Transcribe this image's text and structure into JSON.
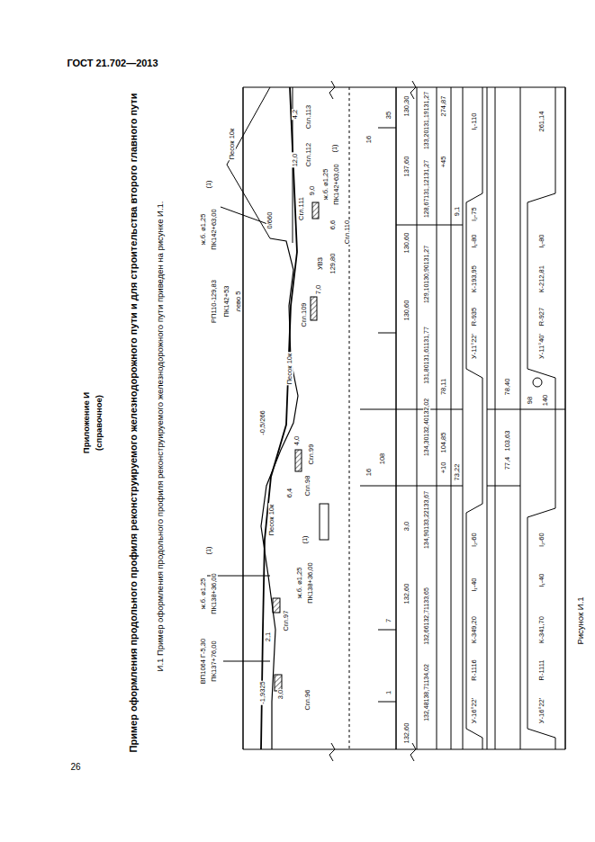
{
  "diagram": {
    "title": "Пример оформления продольного профиля реконструируемого железнодорожного пути и для строительства второго главного пути",
    "caption": "Рисунок И.1",
    "labels": [
      "ГОСТ 21.702—2013",
      "26",
      "Приложение И",
      "(справочное)",
      "И.1 Пример оформления продольного профиля реконструируемого железнодорожного пути приведен на рисунке И.1.",
      "ВП1064 Г-5,30",
      "ПК137+76,00",
      "ж.б. ⌀1,25",
      "ПК138+36,00",
      "(1)",
      "-1,9325",
      "3,0",
      "Сгл.96",
      "2,1",
      "Сгл.97",
      "ж.б. ⌀1,25",
      "ПК138+36,00",
      "(1)",
      "Песок 10к",
      "6,4",
      "Сгл.98",
      "4,0",
      "Сгл.99",
      "-0,5/266",
      "Песок 10к",
      "Сгл.109",
      "7,0",
      "УВЗ",
      "129,80",
      "Сгл.110",
      "6,6",
      "0/660",
      "Сгл.111",
      "9,0",
      "ж.б. ⌀1,25",
      "ПК142+63,00",
      "(1)",
      "12,0",
      "Сгл.112",
      "4,2",
      "Сгл.113",
      "Песок 10к",
      "ж.б. ⌀1,25",
      "ПК142+63,00",
      "(1)",
      "РП110-129,83",
      "ПК142+53",
      "лево 5",
      "1",
      "7",
      "108",
      "16",
      "16",
      "35",
      "132,60",
      "132,60",
      "3,0",
      "130,60",
      "130,60",
      "137,60",
      "130,30",
      "132,48138,71134,02",
      "132,66132,71133,65",
      "134,90133,22133,67",
      "134,30132,40132,02",
      "131,80131,61131,77",
      "129,10130,90131,27",
      "128,67131,12131,27",
      "133,20131,19131,27",
      "+10",
      "104,85",
      "78,11",
      "+45",
      "274,87",
      "73,22",
      "9,1",
      "У-16°22'",
      "R-1116",
      "К-349,20",
      "l₁-40",
      "l₂-60",
      "У-11°22'",
      "R-935",
      "К-193,95",
      "l₁-80",
      "l₂-75",
      "l₁-110",
      "77,4",
      "103,63",
      "78,40",
      "У-16°22'",
      "R-1111",
      "К-341,70",
      "l₁-40",
      "l₂-60",
      "98",
      "140",
      "У-11°40'",
      "R-927",
      "К-212,81",
      "l₁-80",
      "261,14"
    ]
  }
}
